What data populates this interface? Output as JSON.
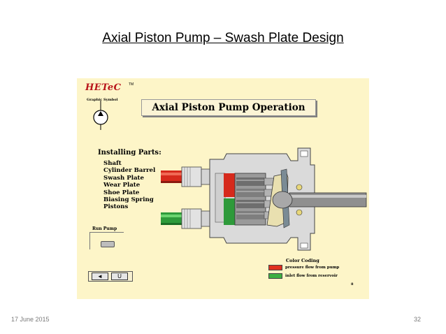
{
  "slide": {
    "title": "Axial Piston Pump – Swash Plate Design",
    "footer_date": "17 June 2015",
    "page_number": "32"
  },
  "panel": {
    "logo": "HETeC",
    "logo_tm": "TM",
    "graphic_symbol_label": "Graphic Symbol",
    "heading": "Axial Piston Pump Operation",
    "installing_heading": "Installing Parts:",
    "parts": [
      "Shaft",
      "Cylinder Barrel",
      "Swash Plate",
      "Wear Plate",
      "Shoe Plate",
      "Biasing Spring",
      "Pistons"
    ],
    "run_label": "Run Pump",
    "nav_back_glyph": "◄",
    "nav_forward_glyph": "U",
    "legend_title": "Color Coding",
    "legend": [
      {
        "text": "pressure flow from pump",
        "color": "#E0301E"
      },
      {
        "text": "inlet flow from reservoir",
        "color": "#3CB043"
      }
    ],
    "panel_number": "8"
  },
  "colors": {
    "panel_bg": "#FDF5C8",
    "pressure_red": "#E0301E",
    "inlet_green": "#3CB043",
    "housing_grey": "#D9D9D9",
    "logo_red": "#B8141A"
  }
}
